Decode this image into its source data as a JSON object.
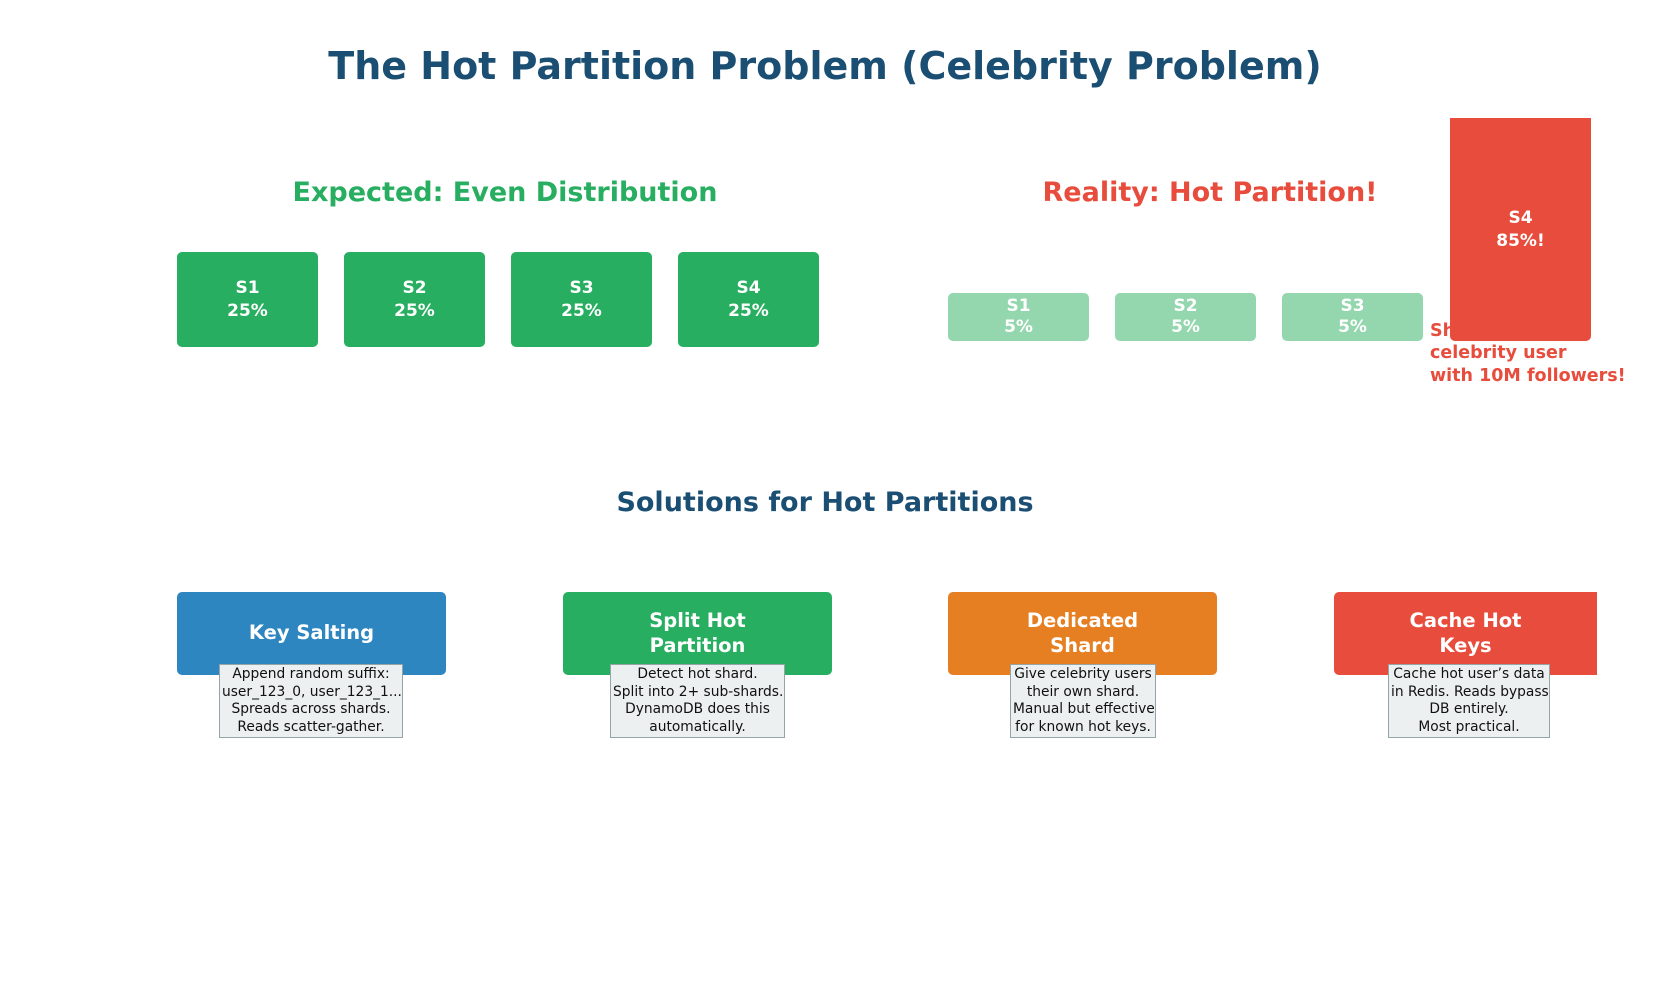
{
  "title": "The Hot Partition Problem (Celebrity Problem)",
  "expected": {
    "heading": "Expected: Even Distribution",
    "color": "#27ae60",
    "shards": [
      {
        "name": "S1",
        "load": "25%"
      },
      {
        "name": "S2",
        "load": "25%"
      },
      {
        "name": "S3",
        "load": "25%"
      },
      {
        "name": "S4",
        "load": "25%"
      }
    ]
  },
  "reality": {
    "heading": "Reality: Hot Partition!",
    "color": "#e74c3c",
    "cold_color": "#94d6ae",
    "shards": [
      {
        "name": "S1",
        "load": "5%"
      },
      {
        "name": "S2",
        "load": "5%"
      },
      {
        "name": "S3",
        "load": "5%"
      }
    ],
    "hot_shard": {
      "name": "S4",
      "load": "85%!"
    },
    "note_lines": [
      "Shard with",
      "celebrity user",
      "with 10M followers!"
    ]
  },
  "solutions": {
    "heading": "Solutions for Hot Partitions",
    "items": [
      {
        "title_lines": [
          "Key Salting"
        ],
        "color": "#2e86c1",
        "desc_lines": [
          "Append random suffix:",
          "user_123_0, user_123_1...",
          "Spreads across shards.",
          "Reads scatter-gather."
        ]
      },
      {
        "title_lines": [
          "Split Hot",
          "Partition"
        ],
        "color": "#27ae60",
        "desc_lines": [
          "Detect hot shard.",
          "Split into 2+ sub-shards.",
          "DynamoDB does this",
          "automatically."
        ]
      },
      {
        "title_lines": [
          "Dedicated",
          "Shard"
        ],
        "color": "#e67e22",
        "desc_lines": [
          "Give celebrity users",
          "their own shard.",
          "Manual but effective",
          "for known hot keys."
        ]
      },
      {
        "title_lines": [
          "Cache Hot",
          "Keys"
        ],
        "color": "#e74c3c",
        "desc_lines": [
          "Cache hot user’s data",
          "in Redis. Reads bypass",
          "DB entirely.",
          "Most practical."
        ]
      }
    ]
  }
}
